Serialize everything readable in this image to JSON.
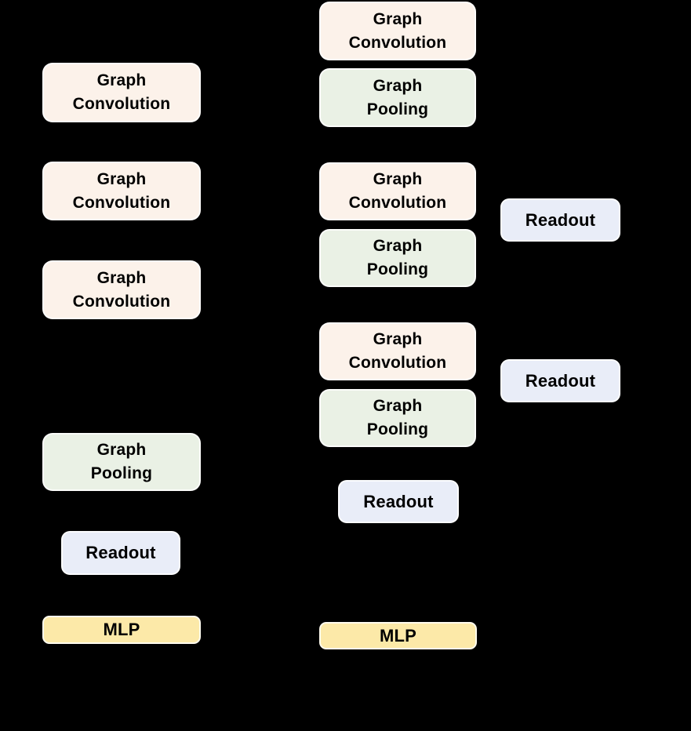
{
  "figure": {
    "background": "#000000",
    "text_color": "#000000"
  },
  "colors": {
    "convolution": "#fcf2ea",
    "pooling": "#eaf1e5",
    "readout": "#e9edf8",
    "mlp": "#fce9a8",
    "background": "#000000",
    "text": "#000000"
  },
  "labels": {
    "graph_convolution": "Graph\nConvolution",
    "graph_pooling": "Graph\nPooling",
    "readout": "Readout",
    "mlp": "MLP"
  },
  "blocks": [
    {
      "group": "left-architecture",
      "type": "convolution",
      "label": "Graph\nConvolution"
    },
    {
      "group": "left-architecture",
      "type": "convolution",
      "label": "Graph\nConvolution"
    },
    {
      "group": "left-architecture",
      "type": "convolution",
      "label": "Graph\nConvolution"
    },
    {
      "group": "left-architecture",
      "type": "pooling",
      "label": "Graph\nPooling"
    },
    {
      "group": "left-architecture",
      "type": "readout",
      "label": "Readout"
    },
    {
      "group": "left-architecture",
      "type": "mlp",
      "label": "MLP"
    },
    {
      "group": "right-architecture",
      "type": "convolution",
      "label": "Graph\nConvolution"
    },
    {
      "group": "right-architecture",
      "type": "pooling",
      "label": "Graph\nPooling"
    },
    {
      "group": "right-architecture",
      "type": "convolution",
      "label": "Graph\nConvolution"
    },
    {
      "group": "right-architecture",
      "type": "pooling",
      "label": "Graph\nPooling"
    },
    {
      "group": "right-architecture",
      "type": "convolution",
      "label": "Graph\nConvolution"
    },
    {
      "group": "right-architecture",
      "type": "pooling",
      "label": "Graph\nPooling"
    },
    {
      "group": "right-architecture",
      "type": "readout",
      "label": "Readout"
    },
    {
      "group": "right-architecture",
      "type": "readout",
      "label": "Readout"
    },
    {
      "group": "right-architecture",
      "type": "readout",
      "label": "Readout"
    },
    {
      "group": "right-architecture",
      "type": "mlp",
      "label": "MLP"
    }
  ]
}
